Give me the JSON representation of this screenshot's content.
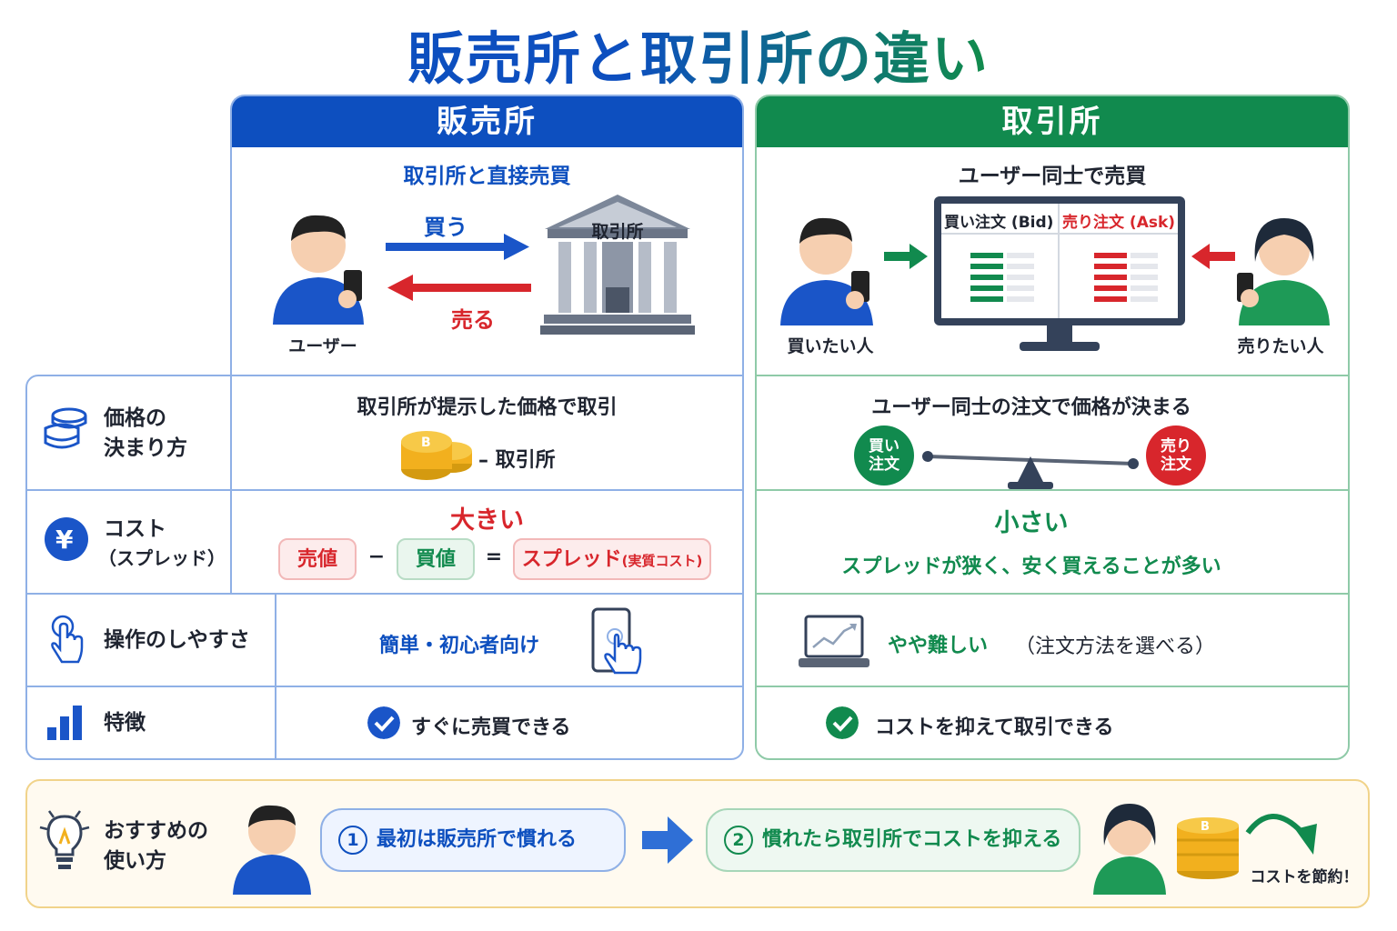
{
  "title": "販売所と取引所の違い",
  "hanbaisho": {
    "header": "販売所",
    "subtitle": "取引所と直接売買",
    "buy_label": "買う",
    "sell_label": "売る",
    "bank_label": "取引所",
    "user_label": "ユーザー",
    "price_text": "取引所が提示した価格で取引",
    "price_coin_label": "– 取引所",
    "cost_text": "大きい",
    "spread_sell": "売値",
    "spread_minus": "−",
    "spread_buy": "買値",
    "spread_equals": "=",
    "spread_result": "スプレッド",
    "spread_note": "(実質コスト)",
    "ease_text": "簡単・初心者向け",
    "feature_text": "すぐに売買できる"
  },
  "torihikisho": {
    "header": "取引所",
    "subtitle": "ユーザー同士で売買",
    "bid_label": "買い注文 (Bid)",
    "ask_label": "売り注文 (Ask)",
    "buyer_label": "買いたい人",
    "seller_label": "売りたい人",
    "price_text": "ユーザー同士の注文で価格が決まる",
    "buy_order": "買い\n注文",
    "sell_order": "売り\n注文",
    "cost_text": "小さい",
    "cost_sub": "スプレッドが狭く、安く買えることが多い",
    "ease_text": "やや難しい",
    "ease_note": "（注文方法を選べる）",
    "feature_text": "コストを抑えて取引できる"
  },
  "rows": {
    "price": "価格の\n決まり方",
    "cost": "コスト",
    "cost_note": "（スプレッド）",
    "ease": "操作のしやすさ",
    "feature": "特徴"
  },
  "recommend": {
    "label": "おすすめの\n使い方",
    "step1": "最初は販売所で慣れる",
    "step2": "慣れたら取引所でコストを抑える",
    "save_label": "コストを節約！"
  },
  "colors": {
    "blue": "#0d4fbf",
    "green": "#118a4e",
    "red": "#d8262c",
    "gold": "#f2b01e"
  }
}
